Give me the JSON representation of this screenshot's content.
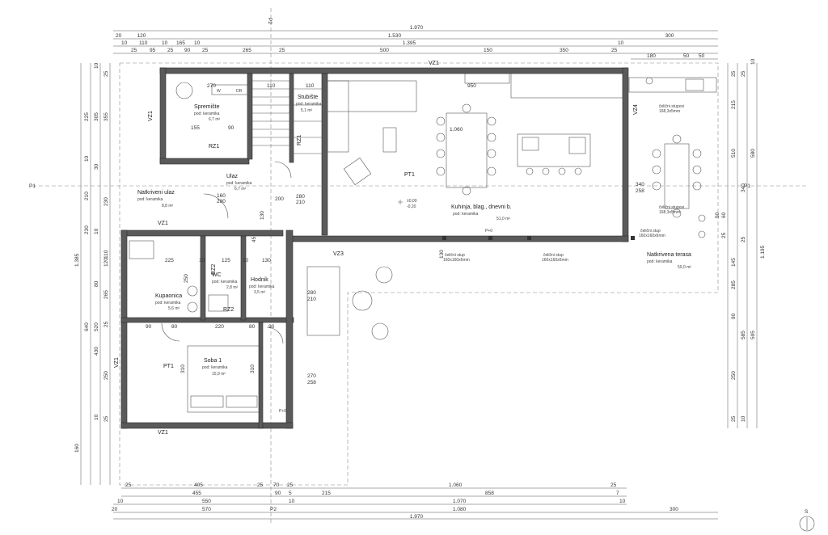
{
  "dims": {
    "top_total": "1.970",
    "top_row2": [
      "20",
      "120",
      "1.530",
      "300"
    ],
    "top_row3": [
      "10",
      "110",
      "10",
      "165",
      "10",
      "1.395",
      "10"
    ],
    "top_row4": [
      "25",
      "95",
      "25",
      "90",
      "25",
      "265",
      "25",
      "500",
      "150",
      "350",
      "25"
    ],
    "top_row5": [
      "180",
      "50",
      "50"
    ],
    "bottom_row1": [
      "25",
      "405",
      "25",
      "70",
      "25",
      "1.060",
      "25"
    ],
    "bottom_row2": [
      "455",
      "90",
      "5",
      "215",
      "858",
      "7"
    ],
    "bottom_row3": [
      "10",
      "550",
      "10",
      "1.070",
      "10"
    ],
    "bottom_row4": [
      "20",
      "570",
      "1.080",
      "300"
    ],
    "bottom_total": "1.970",
    "left_outer": [
      "1.385",
      "160"
    ],
    "left_mid": [
      "640",
      "520",
      "430",
      "225",
      "305",
      "355",
      "10",
      "30",
      "210"
    ],
    "left_inner": [
      "25",
      "10",
      "230",
      "110",
      "10",
      "265",
      "80",
      "120",
      "25",
      "230",
      "250",
      "10",
      "25"
    ],
    "right_outer": [
      "1.195",
      "595",
      "580"
    ],
    "right_mid": [
      "510",
      "340",
      "285",
      "215",
      "250",
      "585"
    ],
    "right_inner": [
      "25",
      "25",
      "60",
      "25",
      "50",
      "90",
      "145",
      "25",
      "25",
      "10",
      "10"
    ]
  },
  "labels": {
    "vz1_top": "VZ1",
    "vz1_left_top": "VZ1",
    "vz1_mid": "VZ1",
    "vz1_left_bottom": "VZ1",
    "vz1_bottom": "VZ1",
    "vz3": "VZ3",
    "vz4": "VZ4",
    "rz1_a": "RZ1",
    "rz1_b": "RZ1",
    "rz2_a": "RZ2",
    "rz2_b": "RZ2",
    "pt1_a": "PT1",
    "pt1_b": "PT1",
    "p1_left": "P1",
    "p1_right": "P1",
    "p2_top": "P2",
    "p2_bottom": "P2",
    "level_a": "±0,00",
    "level_b": "-0,20",
    "north": "S"
  },
  "rooms": [
    {
      "name": "Spremište",
      "floor": "pod: keramika",
      "area": "6,7 m²"
    },
    {
      "name": "Stubište",
      "floor": "pod: keramika",
      "area": "5,1 m²"
    },
    {
      "name": "Ulaz",
      "floor": "pod: keramika",
      "area": "6,7 m²"
    },
    {
      "name": "Natkriveni ulaz",
      "floor": "pod: keramika",
      "area": "8,8 m²"
    },
    {
      "name": "Kuhinja, blag., dnevni b.",
      "floor": "pod: keramika",
      "area": "51,0 m²"
    },
    {
      "name": "Kupaonica",
      "floor": "pod: keramika",
      "area": "5,6 m²"
    },
    {
      "name": "WC",
      "floor": "pod: keramika",
      "area": "2,8 m²"
    },
    {
      "name": "Hodnik",
      "floor": "pod: keramika",
      "area": "3,5 m²"
    },
    {
      "name": "Soba 1",
      "floor": "pod: keramika",
      "area": "15,9 m²"
    },
    {
      "name": "Natkrivena terasa",
      "floor": "pod: keramika",
      "area": "59,0 m²"
    }
  ],
  "inner_dims": [
    "270",
    "110",
    "110",
    "155",
    "90",
    "225",
    "950",
    "1.060",
    "340",
    "258",
    "200",
    "280",
    "210",
    "160",
    "280",
    "225",
    "10",
    "125",
    "10",
    "130",
    "90",
    "80",
    "220",
    "80",
    "90",
    "310",
    "310",
    "270",
    "258",
    "280",
    "210",
    "250",
    "80",
    "90",
    "130",
    "45"
  ],
  "columns": [
    {
      "label": "čelični stup",
      "size": "160x160x6mm"
    },
    {
      "label": "čelični stup",
      "size": "160x160x6mm"
    },
    {
      "label": "čelični stup",
      "size": "160x160x6mm"
    },
    {
      "label": "čelični stupovi",
      "size": "168,3x5mm"
    },
    {
      "label": "čelični stupovi",
      "size": "168,3x5mm"
    }
  ],
  "furniture": {
    "table_dim": "1.060",
    "fridge_w": "W",
    "fridge_dr": "DR",
    "pd0": "P+0"
  }
}
